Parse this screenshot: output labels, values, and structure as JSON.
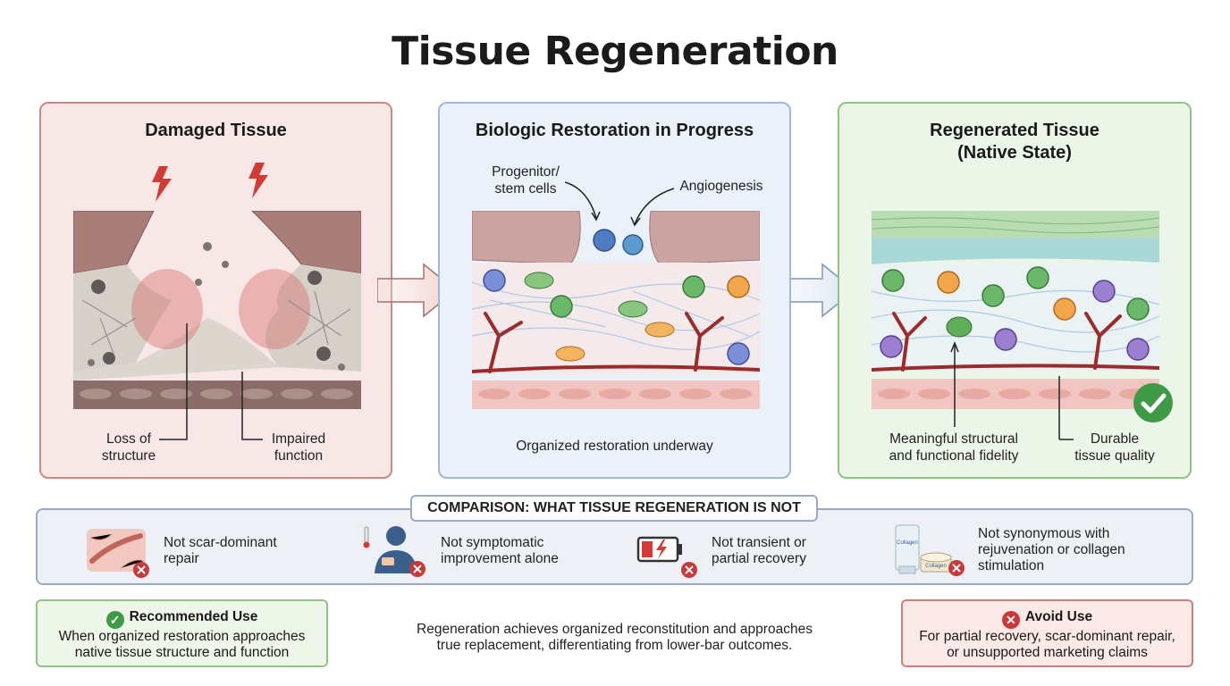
{
  "title": "Tissue Regeneration",
  "panels": {
    "damaged": {
      "title": "Damaged Tissue",
      "label_left": "Loss of\nstructure",
      "label_right": "Impaired\nfunction"
    },
    "progress": {
      "title": "Biologic Restoration in Progress",
      "label_progenitor": "Progenitor/\nstem cells",
      "label_angio": "Angiogenesis",
      "caption": "Organized restoration underway"
    },
    "regenerated": {
      "title": "Regenerated Tissue\n(Native State)",
      "label_left": "Meaningful structural\nand functional fidelity",
      "label_right": "Durable\ntissue quality"
    }
  },
  "comparison": {
    "title": "COMPARISON: WHAT TISSUE REGENERATION IS NOT",
    "items": [
      {
        "text": "Not scar-dominant\nrepair",
        "icon": "scar-tissue-icon"
      },
      {
        "text": "Not symptomatic\nimprovement alone",
        "icon": "person-thermometer-icon"
      },
      {
        "text": "Not transient or\npartial recovery",
        "icon": "low-battery-icon"
      },
      {
        "text": "Not synonymous with\nrejuvenation or collagen\nstimulation",
        "icon": "collagen-products-icon",
        "product_label": "Collagen"
      }
    ]
  },
  "recommended": {
    "heading": "Recommended Use",
    "body": "When organized restoration approaches\nnative tissue structure and function"
  },
  "center_note": "Regeneration achieves organized reconstitution and approaches\ntrue replacement, differentiating from lower-bar outcomes.",
  "avoid": {
    "heading": "Avoid Use",
    "body": "For partial recovery, scar-dominant repair,\nor unsupported marketing claims"
  },
  "colors": {
    "damaged_bg": "#f7e8e7",
    "progress_bg": "#eaf1f9",
    "regenerated_bg": "#ecf6e8",
    "check_green": "#3f9a45",
    "x_red": "#c9393b"
  }
}
